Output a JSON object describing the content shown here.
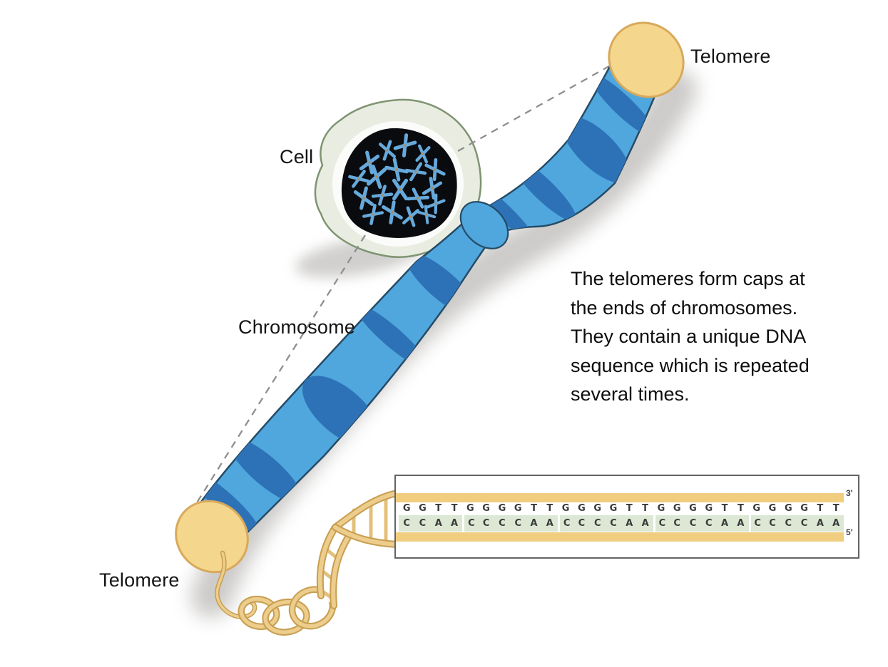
{
  "labels": {
    "cell": "Cell",
    "chromosome": "Chromosome",
    "telomere_top": "Telomere",
    "telomere_bottom": "Telomere"
  },
  "caption": {
    "text": "The telomeres form caps at\nthe ends of chromosomes.\nThey contain a unique DNA\nsequence which is repeated\nseveral times."
  },
  "sequence_panel": {
    "strand_3_label": "3'",
    "strand_5_label": "5'",
    "top_strand": "GGTTGGGGTTGGGGTTGGGGTTGGGGTT",
    "bottom_strand": "CCAACCCCAACCCCAACCCCAACCCCAA",
    "bottom_repeat_segments": [
      "CCAA",
      "CCCCAA",
      "CCCCAA",
      "CCCCAA",
      "CCCCAA"
    ]
  },
  "colors": {
    "chromosome_light": "#4FA7DD",
    "chromosome_band": "#2D72B7",
    "chromosome_outline": "#254B66",
    "telomere_cap": "#F4D68C",
    "telomere_cap_border": "#D8A95C",
    "dna_ribbon": "#EDCD8C",
    "dna_ribbon_outline": "#C79E51",
    "strand_bar": "#F1CD80",
    "repeat_highlight": "#DCE8D4",
    "cell_body": "#E9EDE1",
    "cell_border": "#7F9472",
    "nucleus": "#0A0B0F",
    "mini_chromosome": "#66A9DB",
    "dashed_line": "#8F8F8F"
  }
}
